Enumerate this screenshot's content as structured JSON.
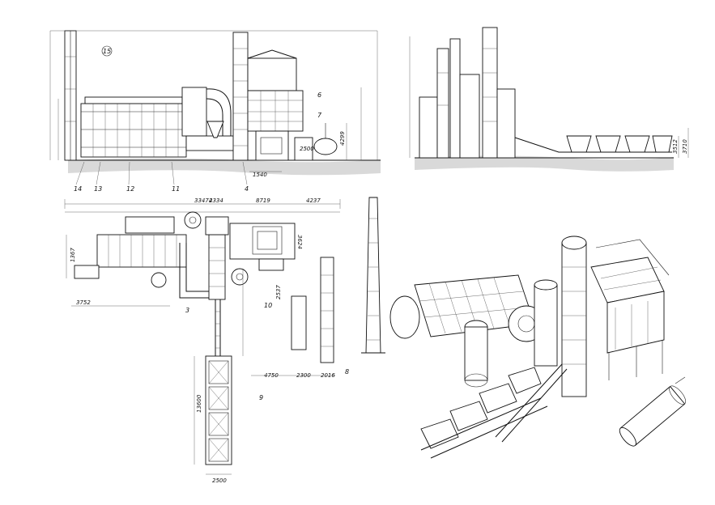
{
  "callouts": {
    "c15": "15",
    "c14": "14",
    "c13": "13",
    "c12": "12",
    "c11": "11",
    "c4": "4",
    "c6": "6",
    "c7": "7",
    "c3": "3",
    "c10": "10",
    "c9": "9",
    "c8": "8"
  },
  "dimensions": {
    "total_length": "33474",
    "d2334": "2334",
    "d8719": "8719",
    "d4237": "4237",
    "d1540": "1540",
    "d2500_side": "2500",
    "d4299": "4299",
    "d3624": "3624",
    "d1367": "1367",
    "d3752": "3752",
    "d2537": "2537",
    "d4750": "4750",
    "d2300": "2300",
    "d2016": "2016",
    "d13600": "13600",
    "d2500_bottom": "2500",
    "d3512": "3512",
    "d3710": "3710"
  }
}
